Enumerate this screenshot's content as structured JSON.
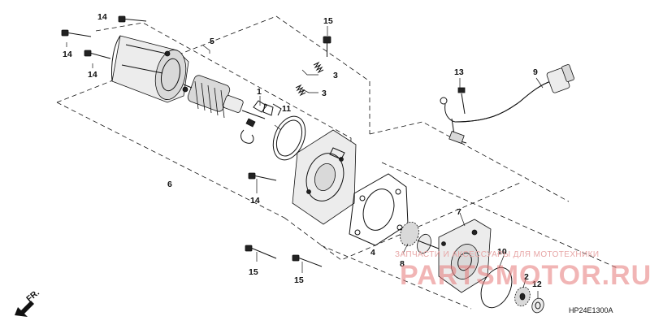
{
  "callouts": {
    "p1": "1",
    "p2": "2",
    "p3a": "3",
    "p3b": "3",
    "p4": "4",
    "p5": "5",
    "p6": "6",
    "p7": "7",
    "p8": "8",
    "p9": "9",
    "p10": "10",
    "p11": "11",
    "p12": "12",
    "p13": "13",
    "p14a": "14",
    "p14b": "14",
    "p14c": "14",
    "p14d": "14",
    "p15a": "15",
    "p15b": "15",
    "p15c": "15"
  },
  "front_marker": "FR.",
  "drawing_code": "HP24E1300A",
  "watermark": {
    "line": "ЗАПЧАСТИ И АКСЕССУАРЫ ДЛЯ МОТОТЕХНИКИ",
    "logo": "PARTSMOTOR.RU"
  }
}
